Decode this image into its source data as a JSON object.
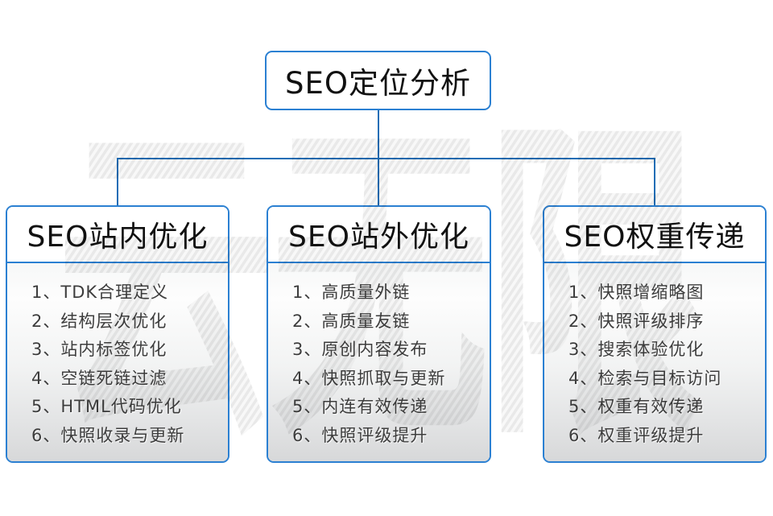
{
  "watermark_text": "云无限",
  "root_box": {
    "title": "SEO定位分析"
  },
  "columns": [
    {
      "title": "SEO站内优化",
      "items": [
        "1、TDK合理定义",
        "2、结构层次优化",
        "3、站内标签优化",
        "4、空链死链过滤",
        "5、HTML代码优化",
        "6、快照收录与更新"
      ]
    },
    {
      "title": "SEO站外优化",
      "items": [
        "1、高质量外链",
        "2、高质量友链",
        "3、原创内容发布",
        "4、快照抓取与更新",
        "5、内连有效传递",
        "6、快照评级提升"
      ]
    },
    {
      "title": "SEO权重传递",
      "items": [
        "1、快照增缩略图",
        "2、快照评级排序",
        "3、搜索体验优化",
        "4、检索与目标访问",
        "5、权重有效传递",
        "6、权重评级提升"
      ]
    }
  ],
  "colors": {
    "box_border": "#2b80d2",
    "connector": "#1a6db6",
    "item_text": "#3d3d3d",
    "title_text": "#111111",
    "watermark_stripe": "#e9e9e9",
    "watermark_base": "#f8f8f8"
  }
}
